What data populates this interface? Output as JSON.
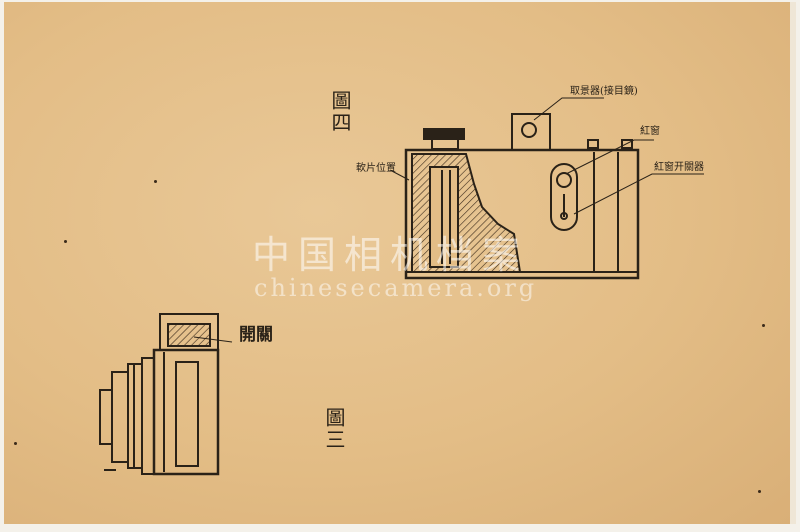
{
  "figures": {
    "fig4": {
      "title": "圖四",
      "labels": {
        "viewfinder": "取景器(接目鏡)",
        "red_window": "紅窗",
        "red_window_switch": "紅窗开關器",
        "film_path": "軟片位置"
      }
    },
    "fig3": {
      "title": "圖三",
      "labels": {
        "open_close": "開關"
      }
    }
  },
  "watermark": {
    "chinese": "中国相机档案",
    "url": "chinesecamera.org"
  },
  "colors": {
    "paper": "#e3bd86",
    "ink": "#2a2218"
  }
}
